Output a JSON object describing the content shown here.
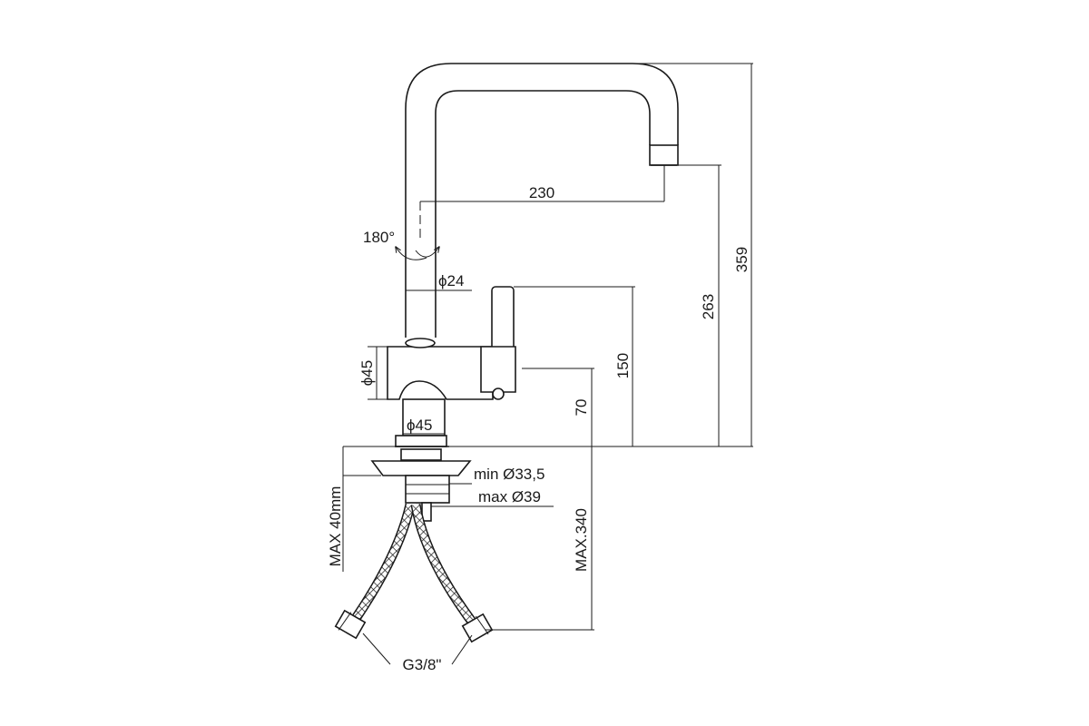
{
  "dimensions": {
    "total_height": "359",
    "spout_height": "263",
    "lever_height": "150",
    "body_height": "70",
    "spout_reach": "230",
    "spout_diameter": "ϕ24",
    "body_diameter": "ϕ45",
    "base_diameter": "ϕ45",
    "rotation": "180°",
    "hole_min": "min Ø33,5",
    "hole_max": "max Ø39",
    "max_counter_thickness": "MAX 40mm",
    "max_hose_length": "MAX.340",
    "connector_thread": "G3/8\""
  }
}
